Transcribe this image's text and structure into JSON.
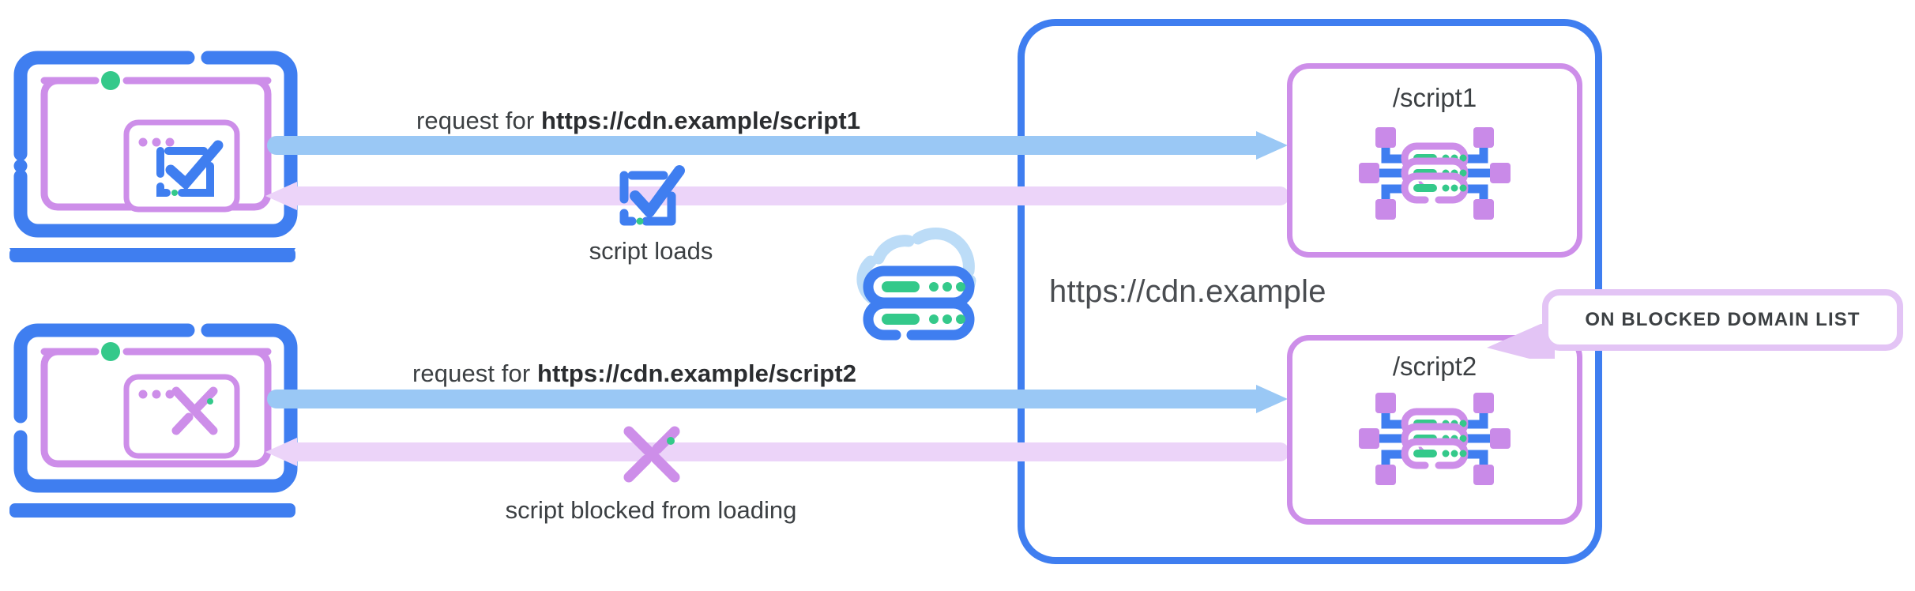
{
  "diagram": {
    "title": "CDN script request and blocking flow",
    "colors": {
      "blue": "#3f7ef0",
      "arrow_blue": "#9ac8f5",
      "purple": "#cd8ee9",
      "arrow_purple": "#ecd4f9",
      "green": "#34c98a",
      "cloud_blue": "#bcdcf7",
      "text_gray": "#3c4043"
    },
    "rows": [
      {
        "id": "allowed",
        "request_prefix": "request for ",
        "request_url": "https://cdn.example/script1",
        "result_caption": "script loads",
        "result_icon": "checkbox-check-icon",
        "client_icon": "laptop-with-check-icon",
        "script_label": "/script1",
        "script_icon": "server-network-icon",
        "blocked": false
      },
      {
        "id": "blocked",
        "request_prefix": "request for ",
        "request_url": "https://cdn.example/script2",
        "result_caption": "script blocked from loading",
        "result_icon": "cross-x-icon",
        "client_icon": "laptop-with-x-icon",
        "script_label": "/script2",
        "script_icon": "server-network-icon",
        "blocked": true
      }
    ],
    "cdn": {
      "name": "https://cdn.example",
      "icon": "cloud-server-icon"
    },
    "callout": {
      "text": "ON BLOCKED DOMAIN LIST",
      "icon": "speech-bubble-tail"
    }
  }
}
